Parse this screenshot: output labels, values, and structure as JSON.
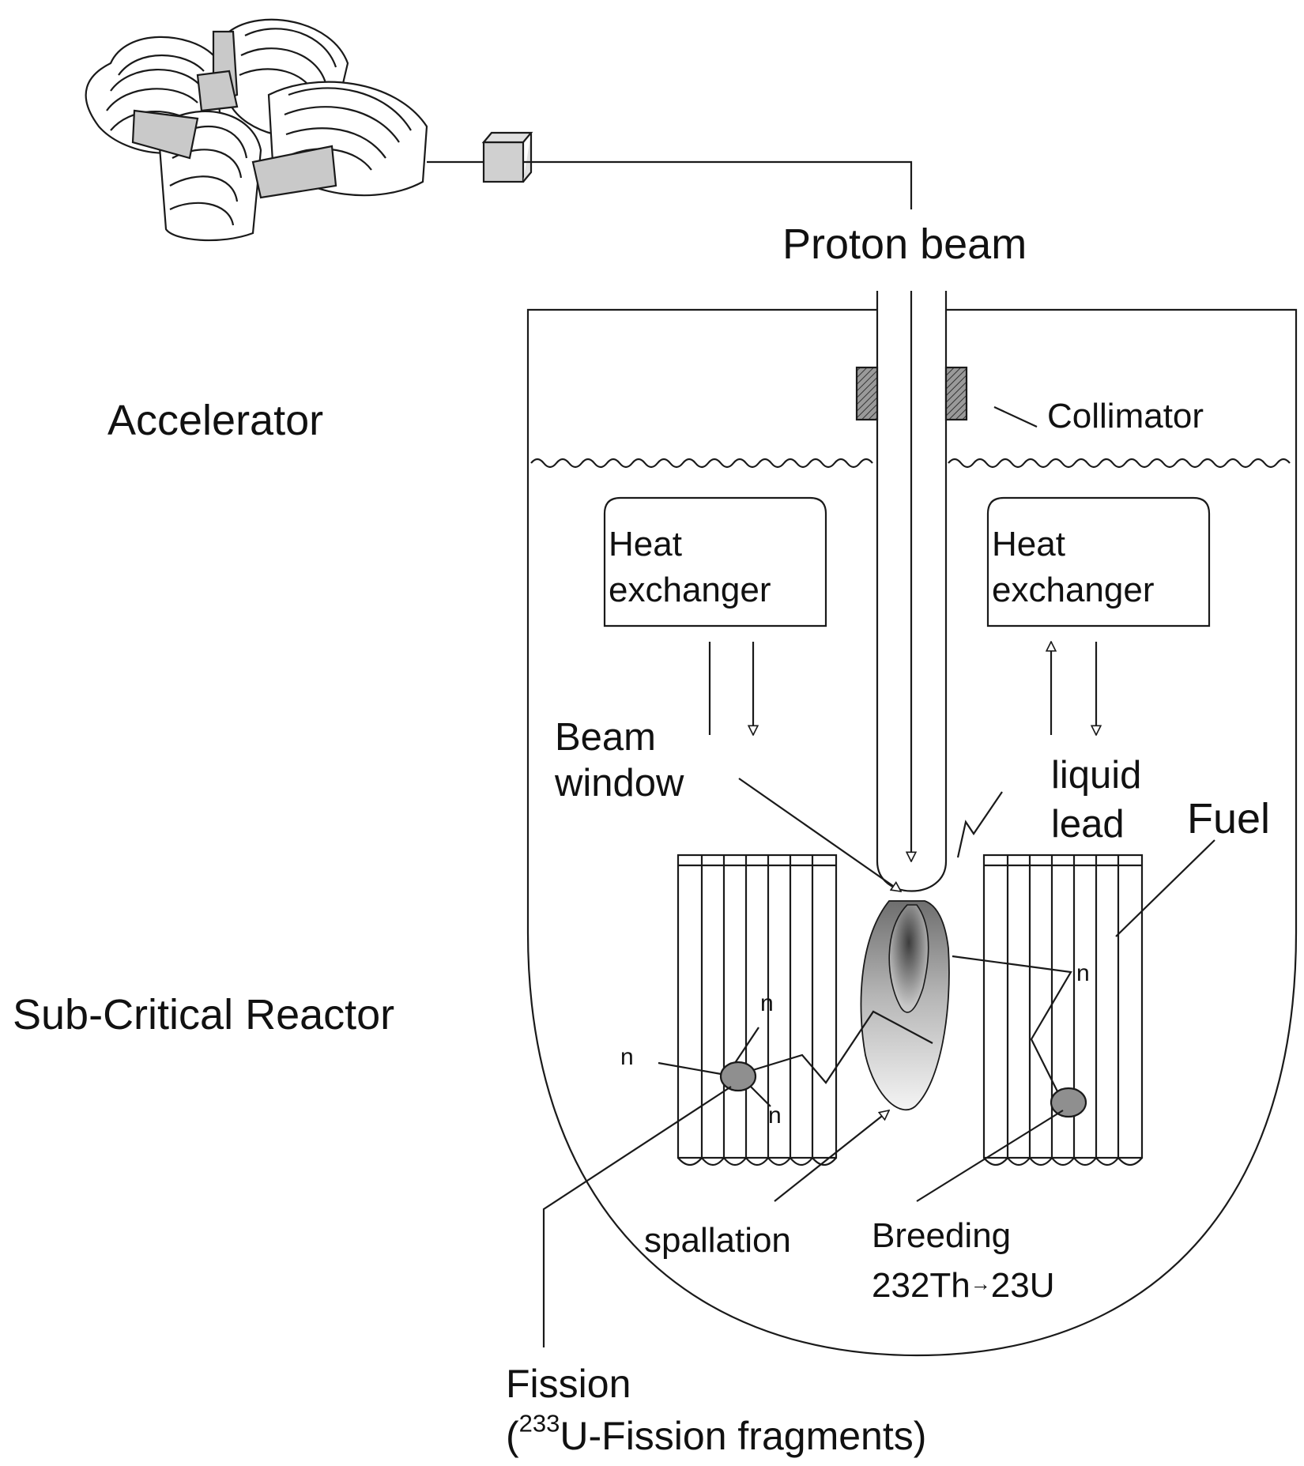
{
  "labels": {
    "accelerator": "Accelerator",
    "sub_critical_reactor": "Sub-Critical Reactor",
    "proton_beam": "Proton beam",
    "collimator": "Collimator",
    "heat_exchanger_line1": "Heat",
    "heat_exchanger_line2": "exchanger",
    "beam_window_line1": "Beam",
    "beam_window_line2": "window",
    "liquid_lead_line1": "liquid",
    "liquid_lead_line2": "lead",
    "fuel": "Fuel",
    "neutron": "n",
    "spallation": "spallation",
    "breeding_line1": "Breeding",
    "breeding_line2_a": "232Th",
    "breeding_line2_arrow": "→",
    "breeding_line2_b": "23U",
    "fission_line1": "Fission",
    "fission_open": "(",
    "fission_sup": "233",
    "fission_rest": "U-Fission fragments)"
  },
  "colors": {
    "line": "#1a1a1a",
    "accelerator_gray": "#c9c9c9",
    "nucleus_gray": "#8f8f8f",
    "plume_dark": "#4a4a4a"
  }
}
